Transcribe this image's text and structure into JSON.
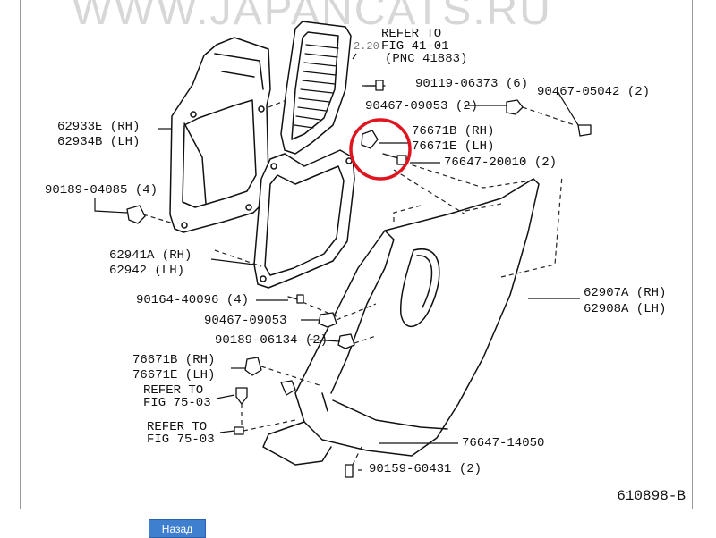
{
  "watermark": "WWW.JAPANCATS.RU",
  "diagram_code": "610898-B",
  "back_button": "Назад",
  "labels": {
    "refer_41_line1": "REFER TO",
    "refer_41_line2": "FIG 41-01",
    "refer_41_line3": "(PNC 41883)",
    "p90119": "90119-06373 (6)",
    "p90467_05042": "90467-05042 (2)",
    "p90467_09053_top": "90467-09053 (2)",
    "p76671b_top": "76671B (RH)",
    "p76671e_top": "76671E (LH)",
    "p76647_20010": "76647-20010 (2)",
    "p62933e": "62933E (RH)",
    "p62934b": "62934B (LH)",
    "p90189_04085": "90189-04085 (4)",
    "p62941a": "62941A (RH)",
    "p62942": "62942  (LH)",
    "p90164": "90164-40096 (4)",
    "p90467_09053_mid": "90467-09053",
    "p90189_06134": "90189-06134 (2)",
    "p76671b_bot": "76671B (RH)",
    "p76671e_bot": "76671E (LH)",
    "refer_75a_line1": "REFER TO",
    "refer_75a_line2": "FIG 75-03",
    "refer_75b_line1": "REFER TO",
    "refer_75b_line2": "FIG 75-03",
    "p62907a": "62907A (RH)",
    "p62908a": "62908A (LH)",
    "p76647_14050": "76647-14050",
    "p90159": "90159-60431 (2)",
    "p_small": "2.20"
  },
  "highlight_color": "#e0141e"
}
